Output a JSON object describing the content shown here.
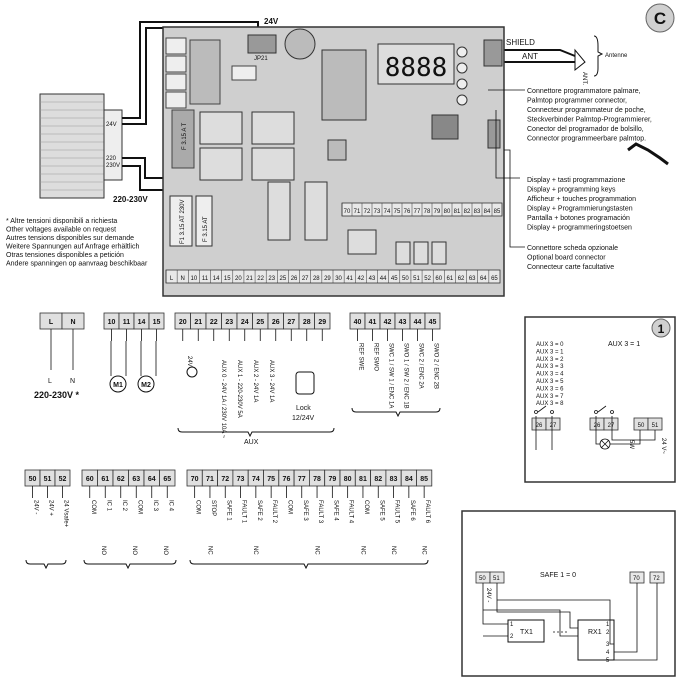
{
  "badge_c": "C",
  "badge_1": "1",
  "top": {
    "v24": "24V",
    "jp21": "JP21",
    "shield": "SHIELD",
    "ant": "ANT",
    "antenne": "Antenne",
    "ant_label": "ANT.",
    "v220": "220-230V"
  },
  "transformer": {
    "t24": "24V",
    "t220": "220",
    "t230": "230V"
  },
  "fuses": {
    "f1": "F 3.15 A T",
    "f2": "F1 3.15 AT 230V",
    "f3": "F 3.15 AT"
  },
  "display": "8888",
  "palmtop": [
    "Connettore programmatore palmare,",
    "Palmtop programmer connector,",
    "Connecteur programmateur de poche,",
    "Steckverbinder Palmtop-Programmierer,",
    "Conector del programador de bolsillo,",
    "Connector programmeerbare palmtop."
  ],
  "display_prog": [
    "Display + tasti programmazione",
    "Display + programming keys",
    "Afficheur + touches programmation",
    "Display + Programmierungstasten",
    "Pantalla + botones programación",
    "Display + programmeringstoetsen"
  ],
  "optional_board": [
    "Connettore scheda opzionale",
    "Optional board connector",
    "Connecteur carte facultative"
  ],
  "voltages_note": [
    "* Altre tensioni disponibili a richiesta",
    "Other voltages available on request",
    "Autres tensions disponibles sur demande",
    "Weitere Spannungen auf Anfrage erhältlich",
    "Otras tensiones disponibles a petición",
    "Andere spanningen op aanvraag beschikbaar"
  ],
  "board_terminals_top": [
    "70",
    "71",
    "72",
    "73",
    "74",
    "75",
    "76",
    "77",
    "78",
    "79",
    "80",
    "81",
    "82",
    "83",
    "84",
    "85"
  ],
  "board_terminals_bottom": [
    "L",
    "N",
    "10",
    "11",
    "14",
    "15",
    "20",
    "21",
    "22",
    "23",
    "25",
    "26",
    "27",
    "28",
    "29",
    "30",
    "41",
    "42",
    "43",
    "44",
    "45",
    "50",
    "51",
    "52",
    "60",
    "61",
    "62",
    "63",
    "64",
    "65"
  ],
  "block_ln": {
    "terms": [
      "L",
      "N"
    ],
    "labels": [
      "L",
      "N"
    ],
    "voltage": "220-230V *"
  },
  "block_motor": {
    "terms": [
      "10",
      "11",
      "14",
      "15"
    ],
    "m1": "M1",
    "m2": "M2"
  },
  "block_aux": {
    "terms": [
      "20",
      "21",
      "22",
      "23",
      "24",
      "25",
      "26",
      "27",
      "28",
      "29"
    ],
    "v24": "24V",
    "vlabels": [
      "AUX 0 - 24V 1A / 230V 10A ~",
      "AUX 1 - 220-230V 5A",
      "AUX 2 - 24V 1A",
      "AUX 3 - 24V 1A"
    ],
    "lock": "Lock",
    "lock_v": "12/24V",
    "aux": "AUX"
  },
  "block_ref": {
    "terms": [
      "40",
      "41",
      "42",
      "43",
      "44",
      "45"
    ],
    "vlabels": [
      "REF SWE",
      "REF SWO",
      "SWC 1 / SW 1 / ENC 1A",
      "SWO 1 / SW 2 / ENC 1B",
      "SWC 2 / ENC 2A",
      "SWO 2 / ENC 2B"
    ]
  },
  "block_24": {
    "terms": [
      "50",
      "51",
      "52"
    ],
    "vlabels": [
      "24V -",
      "24V +",
      "24 Vsafe+"
    ]
  },
  "block_ic": {
    "terms": [
      "60",
      "61",
      "62",
      "63",
      "64",
      "65"
    ],
    "vlabels": [
      "COM",
      "IC 1",
      "IC 2",
      "COM",
      "IC 3",
      "IC 4"
    ],
    "no": "NO"
  },
  "block_safe": {
    "terms": [
      "70",
      "71",
      "72",
      "73",
      "74",
      "75",
      "76",
      "77",
      "78",
      "79",
      "80",
      "81",
      "82",
      "83",
      "84",
      "85"
    ],
    "vlabels": [
      "COM",
      "STOP",
      "SAFE 1",
      "FAULT 1",
      "SAFE 2",
      "FAULT 2",
      "COM",
      "SAFE 3",
      "FAULT 3",
      "SAFE 4",
      "FAULT 4",
      "COM",
      "SAFE 5",
      "FAULT 5",
      "SAFE 6",
      "FAULT 6"
    ],
    "nc": "NC"
  },
  "inset1": {
    "lines": [
      "AUX 3 = 0",
      "AUX 3 = 1",
      "AUX 3 = 2",
      "AUX 3 = 3",
      "AUX 3 = 4",
      "AUX 3 = 5",
      "AUX 3 = 6",
      "AUX 3 = 7",
      "AUX 3 = 8"
    ],
    "right": "AUX 3 = 1",
    "terms": [
      "26",
      "27",
      "26",
      "27",
      "50",
      "51"
    ],
    "lamp": "5W",
    "v24": "24 V~"
  },
  "inset2": {
    "title": "SAFE 1 = 0",
    "terms": [
      "50",
      "51",
      "70",
      "72"
    ],
    "tx": "TX1",
    "rx": "RX1",
    "v24": "24V -",
    "nums": [
      "1",
      "2",
      "1",
      "2",
      "3",
      "4",
      "5"
    ]
  }
}
